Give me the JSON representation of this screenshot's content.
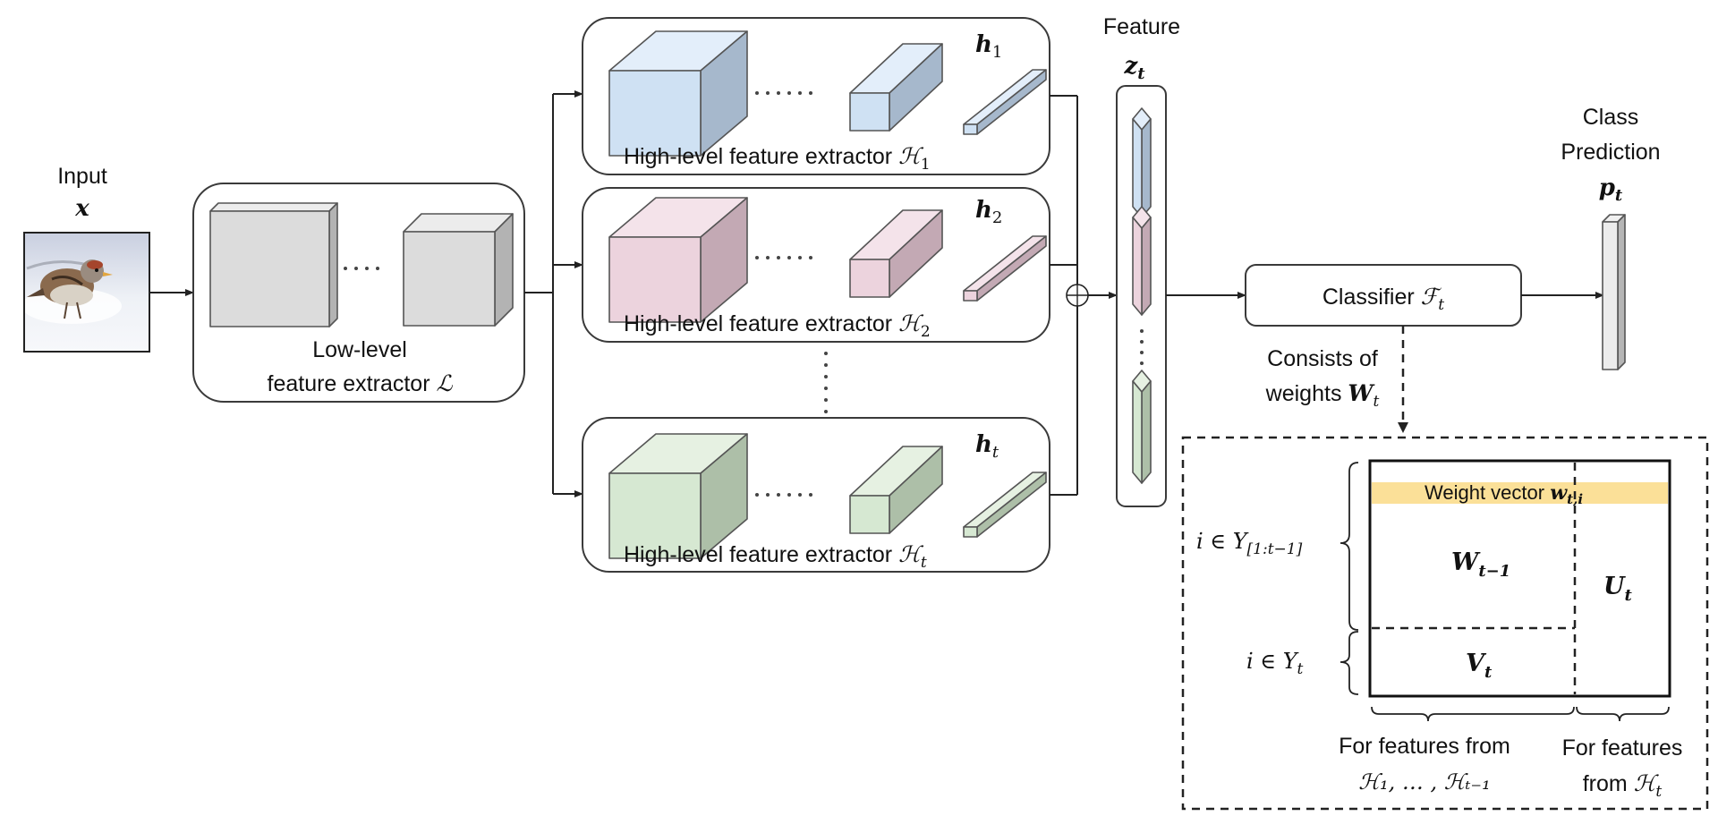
{
  "input": {
    "label": "Input",
    "var": "x"
  },
  "low_level": {
    "line1": "Low-level",
    "line2_text": "feature extractor ",
    "line2_math": "ℒ"
  },
  "high_level": [
    {
      "text": "High-level feature extractor ",
      "math": "ℋ",
      "sub": "1",
      "feat": "h",
      "feat_sub": "1"
    },
    {
      "text": "High-level feature extractor ",
      "math": "ℋ",
      "sub": "2",
      "feat": "h",
      "feat_sub": "2"
    },
    {
      "text": "High-level feature extractor ",
      "math": "ℋ",
      "sub": "t",
      "feat": "h",
      "feat_sub": "t"
    }
  ],
  "feature": {
    "label": "Feature",
    "var": "z",
    "sub": "t"
  },
  "concat_symbol": "⊕",
  "classifier": {
    "text": "Classifier ",
    "math": "ℱ",
    "sub": "t"
  },
  "consists": {
    "line1": "Consists of",
    "line2_text": "weights ",
    "var": "W",
    "sub": "t"
  },
  "prediction": {
    "line1": "Class",
    "line2": "Prediction",
    "var": "p",
    "sub": "t"
  },
  "matrix": {
    "weight_vector_text": "Weight vector ",
    "weight_vector_var": "w",
    "weight_vector_sub": "t,i",
    "w_prev_var": "W",
    "w_prev_sub": "t−1",
    "u_var": "U",
    "u_sub": "t",
    "v_var": "V",
    "v_sub": "t",
    "row1_text": "i ∈ Y",
    "row1_sub": "[1:t−1]",
    "row2_text": "i ∈ Y",
    "row2_sub": "t",
    "col1_line1": "For features from",
    "col1_line2": "ℋ₁, … , ℋₜ₋₁",
    "col2_line1": "For features",
    "col2_line2_text": "from ",
    "col2_line2_math": "ℋ",
    "col2_line2_sub": "t"
  },
  "colors": {
    "blue_front": "#cfe1f3",
    "blue_top": "#e3eefa",
    "blue_side": "#a6b8cc",
    "pink_front": "#ecd3dd",
    "pink_top": "#f4e3ea",
    "pink_side": "#c3a9b4",
    "green_front": "#d6e8d2",
    "green_top": "#e6f1e2",
    "green_side": "#adbfa8",
    "gray_front": "#dcdcdc",
    "gray_top": "#ececec",
    "gray_side": "#b3b3b3",
    "highlight": "#fbe098"
  }
}
